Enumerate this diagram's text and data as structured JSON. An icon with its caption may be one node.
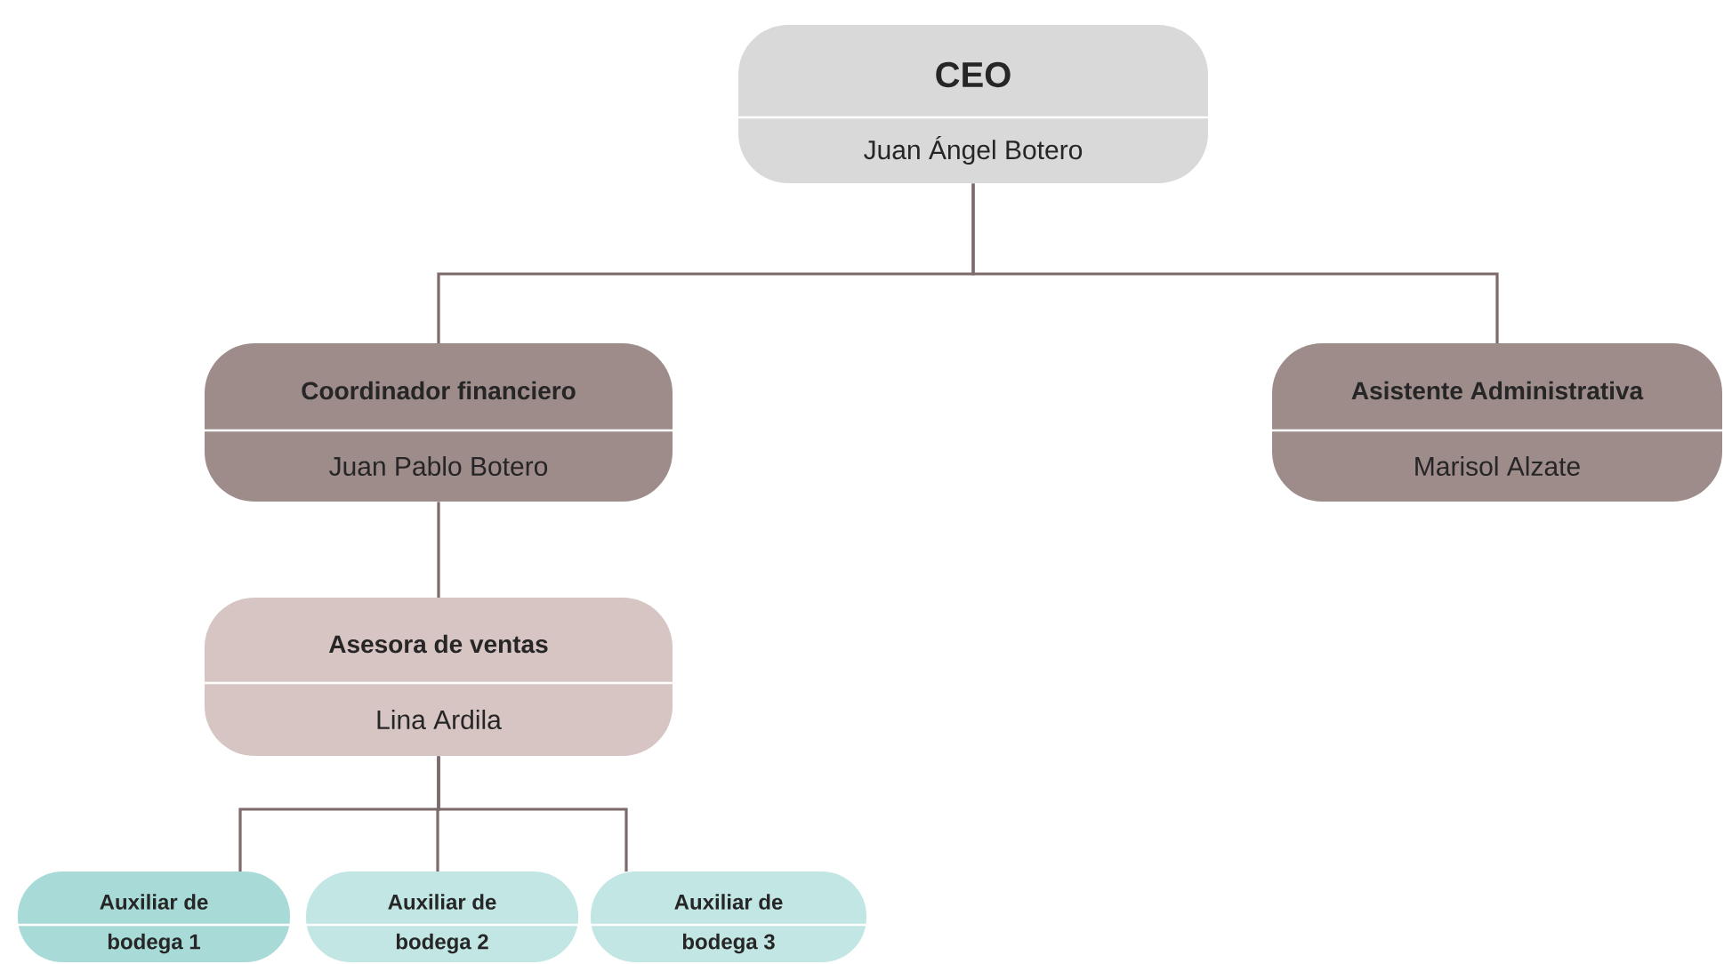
{
  "diagram": {
    "nodes": [
      {
        "text": [
          "CEO",
          "Juan Ángel Botero"
        ]
      },
      {
        "text": [
          "Coordinador financiero",
          "Juan Pablo Botero"
        ]
      },
      {
        "text": [
          "Asistente Administrativa",
          "Marisol Alzate"
        ]
      },
      {
        "text": [
          "Asesora de ventas",
          "Lina Ardila"
        ]
      },
      {
        "text": [
          "Auxiliar de",
          "bodega 1"
        ]
      },
      {
        "text": [
          "Auxiliar de",
          "bodega 2"
        ]
      },
      {
        "text": [
          "Auxiliar de",
          "bodega 3"
        ]
      }
    ],
    "edges": [
      {
        "from": 0,
        "to": 1,
        "arrow": "none"
      },
      {
        "from": 0,
        "to": 2,
        "arrow": "none"
      },
      {
        "from": 1,
        "to": 3,
        "arrow": "none"
      },
      {
        "from": 3,
        "to": 4,
        "arrow": "none"
      },
      {
        "from": 3,
        "to": 5,
        "arrow": "none"
      },
      {
        "from": 3,
        "to": 6,
        "arrow": "none"
      }
    ]
  }
}
